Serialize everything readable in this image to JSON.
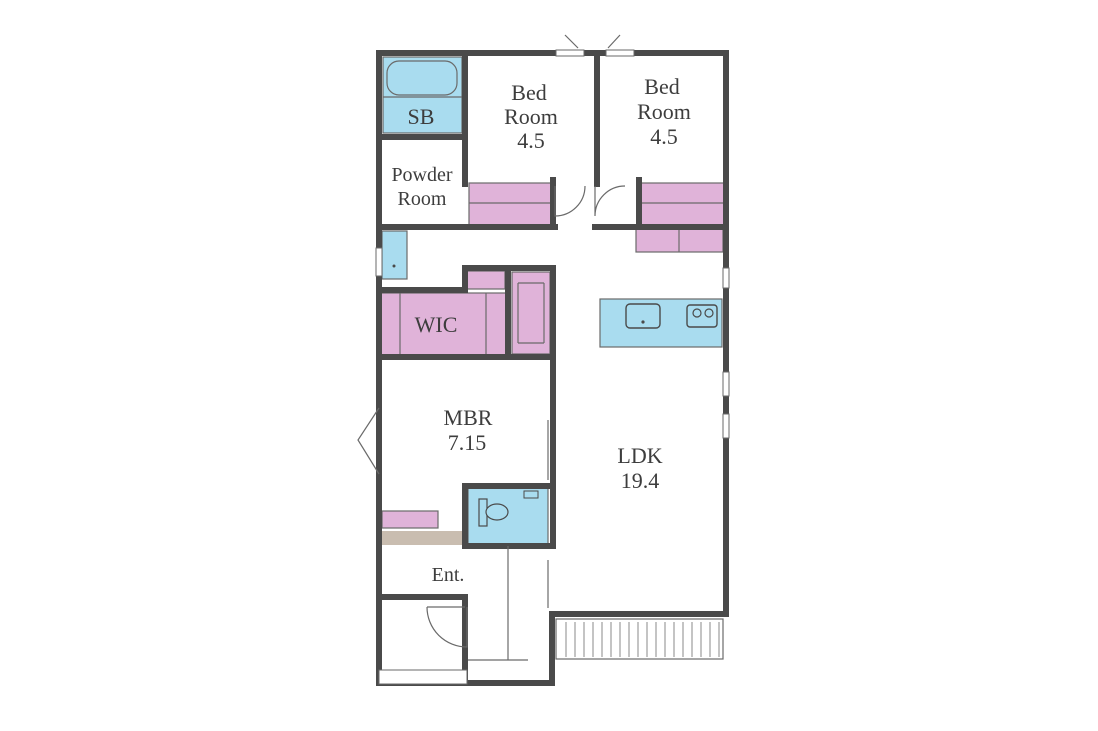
{
  "rooms": {
    "sb": {
      "label": "SB"
    },
    "powder": {
      "line1": "Powder",
      "line2": "Room"
    },
    "bed1": {
      "line1": "Bed",
      "line2": "Room",
      "size": "4.5"
    },
    "bed2": {
      "line1": "Bed",
      "line2": "Room",
      "size": "4.5"
    },
    "wic": {
      "label": "WIC"
    },
    "mbr": {
      "label": "MBR",
      "size": "7.15"
    },
    "ldk": {
      "label": "LDK",
      "size": "19.4"
    },
    "ent": {
      "label": "Ent."
    }
  },
  "colors": {
    "wall": "#4a4a4a",
    "storage": "#e0b3d9",
    "wet_area": "#a9dcef",
    "floor_accent": "#c9bdb0"
  }
}
